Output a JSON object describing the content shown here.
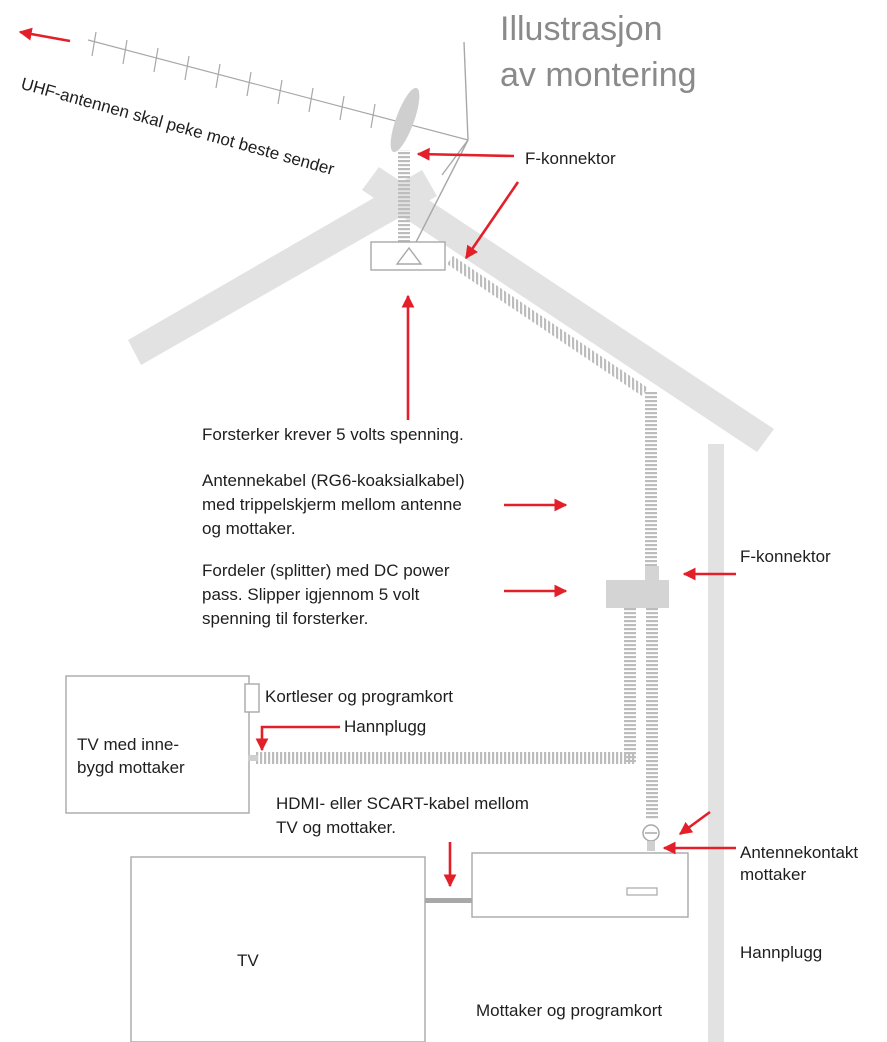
{
  "title": {
    "line1": "Illustrasjon",
    "line2": "av montering"
  },
  "labels": {
    "uhf_antenna": "UHF-antennen skal peke mot beste sender",
    "f_connector_top": "F-konnektor",
    "amplifier": "Forsterker krever 5 volts spenning.",
    "cable": [
      "Antennekabel  (RG6-koaksialkabel)",
      "med trippelskjerm mellom antenne",
      "og mottaker."
    ],
    "splitter": [
      "Fordeler (splitter) med DC power",
      "pass. Slipper igjennom 5 volt",
      "spenning til forsterker."
    ],
    "f_connector_right": "F-konnektor",
    "card_reader": "Kortleser og programkort",
    "male_plug_tv": "Hannplugg",
    "tv_builtin": [
      "TV med inne-",
      "bygd mottaker"
    ],
    "hdmi": [
      "HDMI- eller SCART-kabel mellom",
      "TV og mottaker."
    ],
    "antenna_socket": [
      "Antennekontakt",
      "mottaker"
    ],
    "male_plug_receiver": "Hannplugg",
    "tv": "TV",
    "receiver": "Mottaker og programkort"
  },
  "colors": {
    "arrow_red": "#e3202a",
    "structure_gray": "#e2e2e2",
    "line_gray": "#a8a8a8",
    "splitter_gray": "#d4d4d4"
  }
}
